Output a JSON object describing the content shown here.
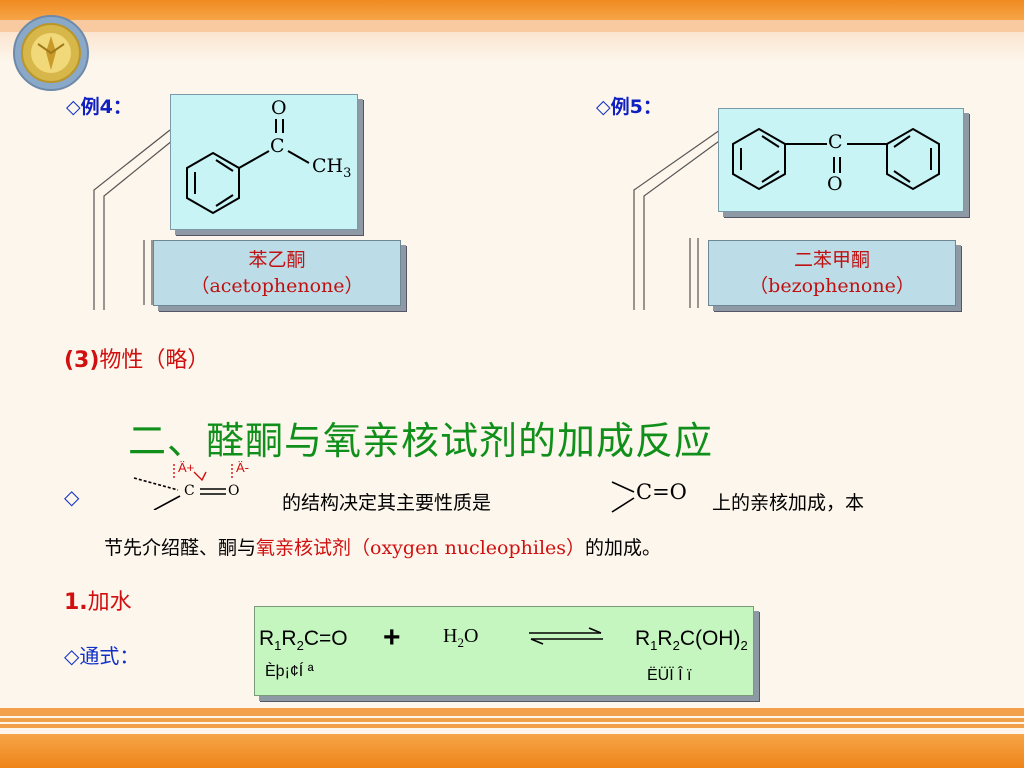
{
  "example4": {
    "label_diamond": "◇",
    "label": "例4：",
    "atom_o": "O",
    "atom_c": "C",
    "atom_ch": "CH",
    "atom_sub": "3",
    "name_cn": "苯乙酮",
    "name_en": "（acetophenone）"
  },
  "example5": {
    "label_diamond": "◇",
    "label": "例5：",
    "atom_c": "C",
    "atom_o": "O",
    "name_cn": "二苯甲酮",
    "name_en": "（bezophenone）"
  },
  "section3": {
    "num": "(3)",
    "text": "物性（略）"
  },
  "title": "二、醛酮与氧亲核试剂的加成反应",
  "paragraph": {
    "diamond": "◇",
    "delta_plus": "Ä+",
    "delta_minus": "Ä-",
    "carbonyl_c": "C",
    "carbonyl_o": "O",
    "line1": "的结构决定其主要性质是",
    "inline_carbonyl": "C=O",
    "line1_end": "上的亲核加成，本",
    "line2_start": "节先介绍醛、酮与",
    "line2_red": "氧亲核试剂（oxygen nucleophiles）",
    "line2_end": "的加成。"
  },
  "section1": {
    "num": "1.",
    "text": "加水"
  },
  "general": {
    "diamond": "◇",
    "label": "通式："
  },
  "formula": {
    "reactant": "R",
    "reactant_sub1": "1",
    "reactant_r2": "R",
    "reactant_sub2": "2",
    "reactant_rest": "C=O",
    "plus": "+",
    "water_h": "H",
    "water_sub": "2",
    "water_o": "O",
    "product": "R",
    "product_sub1": "1",
    "product_r2": "R",
    "product_sub2": "2",
    "product_rest": "C(OH)",
    "product_sub3": "2",
    "reactant_caption": "Èþ¡¢Í ª",
    "product_caption": "ËÜÏ Î ï"
  },
  "colors": {
    "title": "#10901a",
    "accent_red": "#d01010",
    "accent_blue": "#1030c8"
  }
}
